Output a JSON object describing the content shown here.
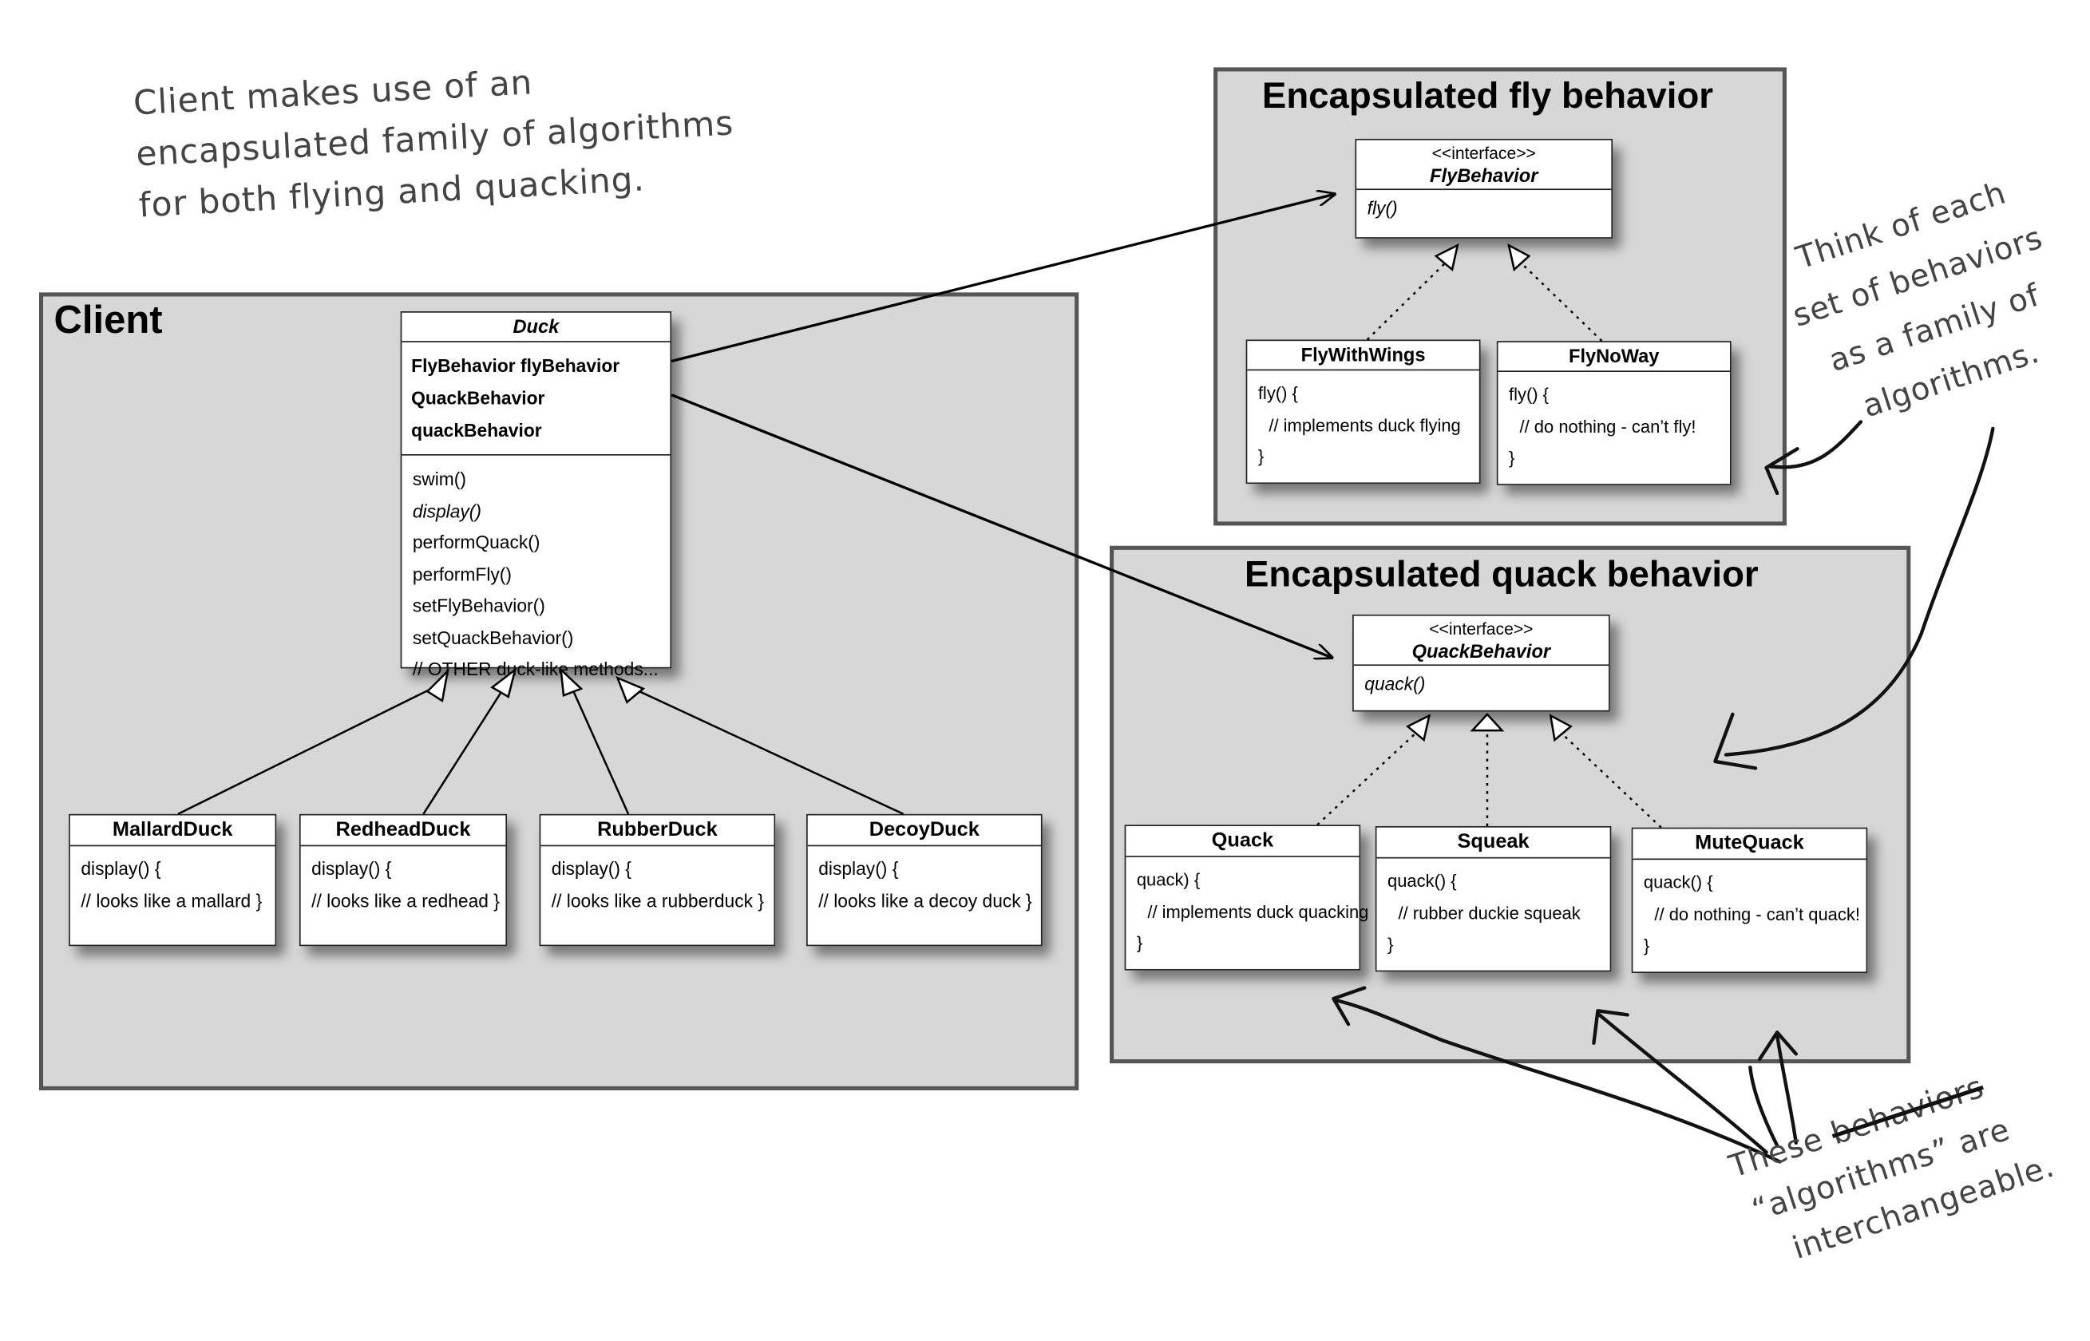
{
  "notes": {
    "client_note": [
      "Client makes use of an",
      "encapsulated family of algorithms",
      "for both flying and quacking."
    ],
    "family_note": [
      "Think of each",
      "set of behaviors",
      "as a family of",
      "algorithms."
    ],
    "interchange_note": {
      "line1_prefix": "These ",
      "struck_word": "behaviors",
      "line2": "“algorithms” are",
      "line3": "interchangeable."
    }
  },
  "panels": {
    "client": "Client",
    "fly": "Encapsulated fly behavior",
    "quack": "Encapsulated quack behavior"
  },
  "duck": {
    "name": "Duck",
    "attributes": [
      "FlyBehavior flyBehavior",
      "QuackBehavior quackBehavior"
    ],
    "methods": [
      "swim()",
      "display()",
      "performQuack()",
      "performFly()",
      "setFlyBehavior()",
      "setQuackBehavior()",
      "// OTHER duck-like methods..."
    ]
  },
  "subclasses": [
    {
      "name": "MallardDuck",
      "lines": [
        "display() {",
        "// looks like a mallard }"
      ]
    },
    {
      "name": "RedheadDuck",
      "lines": [
        "display() {",
        "// looks like a redhead }"
      ]
    },
    {
      "name": "RubberDuck",
      "lines": [
        "display() {",
        "// looks like a rubberduck }"
      ]
    },
    {
      "name": "DecoyDuck",
      "lines": [
        "display() {",
        "// looks like a decoy duck }"
      ]
    }
  ],
  "fly_interface": {
    "stereotype": "<<interface>>",
    "name": "FlyBehavior",
    "method": "fly()"
  },
  "fly_impls": [
    {
      "name": "FlyWithWings",
      "lines": [
        "fly() {",
        "// implements duck flying",
        "}"
      ]
    },
    {
      "name": "FlyNoWay",
      "lines": [
        "fly() {",
        "// do nothing - can’t fly!",
        "}"
      ]
    }
  ],
  "quack_interface": {
    "stereotype": "<<interface>>",
    "name": "QuackBehavior",
    "method": "quack()"
  },
  "quack_impls": [
    {
      "name": "Quack",
      "lines": [
        "quack) {",
        "// implements duck quacking",
        "}"
      ]
    },
    {
      "name": "Squeak",
      "lines": [
        "quack() {",
        "// rubber duckie squeak",
        "}"
      ]
    },
    {
      "name": "MuteQuack",
      "lines": [
        "quack() {",
        "// do nothing - can’t quack!",
        "}"
      ]
    }
  ]
}
